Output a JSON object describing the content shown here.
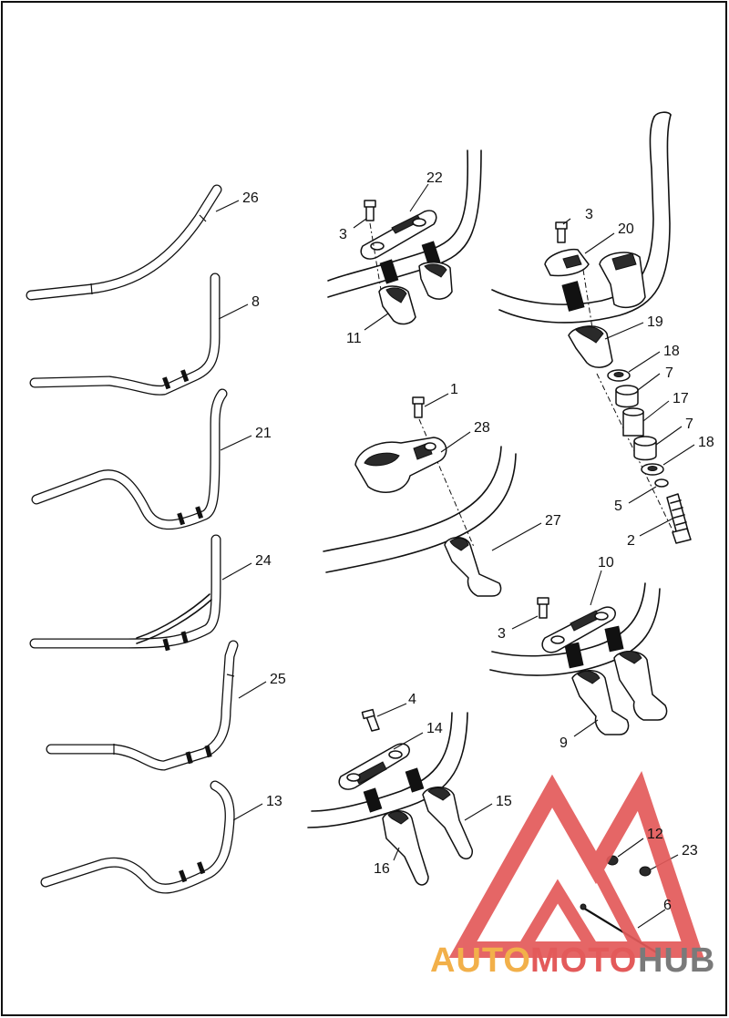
{
  "colors": {
    "line": "#111111",
    "background": "#ffffff",
    "watermark_red": "#e35a5a",
    "watermark_orange": "#f2b04a",
    "watermark_gray": "#7a7a7a"
  },
  "callouts": [
    {
      "id": "c26",
      "label": "26"
    },
    {
      "id": "c8",
      "label": "8"
    },
    {
      "id": "c21",
      "label": "21"
    },
    {
      "id": "c24",
      "label": "24"
    },
    {
      "id": "c25",
      "label": "25"
    },
    {
      "id": "c13",
      "label": "13"
    },
    {
      "id": "c22",
      "label": "22"
    },
    {
      "id": "c3a",
      "label": "3"
    },
    {
      "id": "c11",
      "label": "11"
    },
    {
      "id": "c3b",
      "label": "3"
    },
    {
      "id": "c20",
      "label": "20"
    },
    {
      "id": "c19",
      "label": "19"
    },
    {
      "id": "c18a",
      "label": "18"
    },
    {
      "id": "c7a",
      "label": "7"
    },
    {
      "id": "c17",
      "label": "17"
    },
    {
      "id": "c7b",
      "label": "7"
    },
    {
      "id": "c18b",
      "label": "18"
    },
    {
      "id": "c5",
      "label": "5"
    },
    {
      "id": "c2",
      "label": "2"
    },
    {
      "id": "c1",
      "label": "1"
    },
    {
      "id": "c28",
      "label": "28"
    },
    {
      "id": "c27",
      "label": "27"
    },
    {
      "id": "c10",
      "label": "10"
    },
    {
      "id": "c3c",
      "label": "3"
    },
    {
      "id": "c9",
      "label": "9"
    },
    {
      "id": "c4",
      "label": "4"
    },
    {
      "id": "c14",
      "label": "14"
    },
    {
      "id": "c15",
      "label": "15"
    },
    {
      "id": "c16",
      "label": "16"
    },
    {
      "id": "c12",
      "label": "12"
    },
    {
      "id": "c23",
      "label": "23"
    },
    {
      "id": "c6",
      "label": "6"
    }
  ],
  "watermark": {
    "part1": "AUTO",
    "part2": "MOTO",
    "part3": "HUB"
  }
}
